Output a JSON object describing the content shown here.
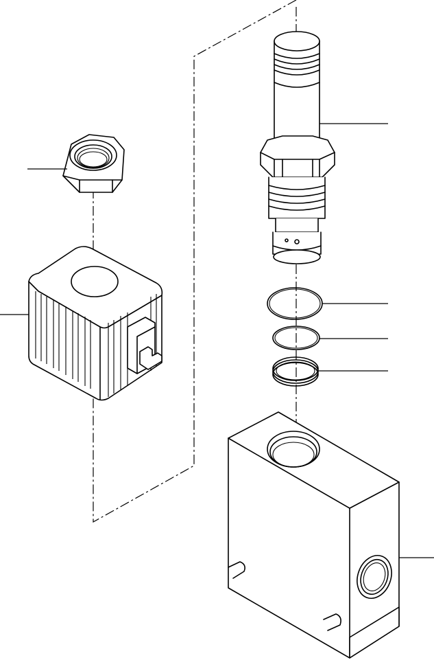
{
  "diagram": {
    "kind": "exploded-parts-view",
    "parts": [
      {
        "id": "nut",
        "icon": "hex-nut-icon"
      },
      {
        "id": "solenoid-coil",
        "icon": "coil-icon"
      },
      {
        "id": "valve-cartridge",
        "icon": "cartridge-icon"
      },
      {
        "id": "o-ring-large",
        "icon": "o-ring-icon"
      },
      {
        "id": "o-ring-small",
        "icon": "o-ring-icon"
      },
      {
        "id": "backup-ring",
        "icon": "backup-ring-icon"
      },
      {
        "id": "valve-body",
        "icon": "valve-block-icon"
      }
    ],
    "callout_labels": [],
    "line_color": "#000000",
    "background": "#ffffff"
  }
}
